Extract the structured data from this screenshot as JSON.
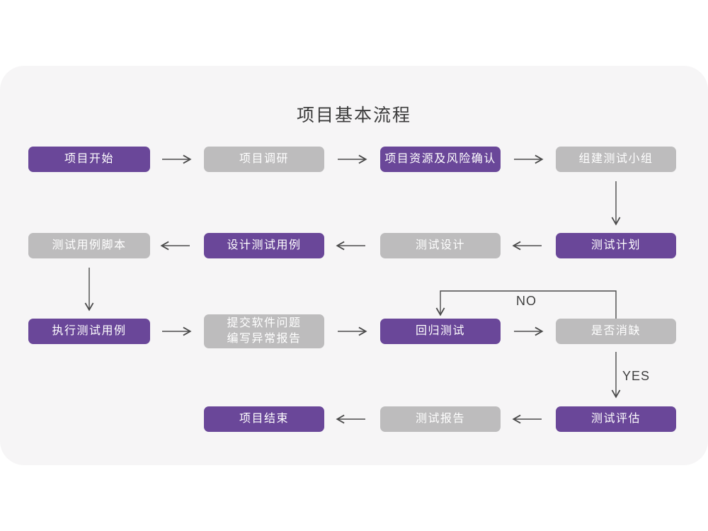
{
  "title": "项目基本流程",
  "palette": {
    "purple": "#6a4799",
    "gray": "#bdbcbd",
    "card_bg": "#f6f5f6",
    "arrow": "#4a4a4a",
    "title_color": "#3c3c3c",
    "node_text": "#ffffff"
  },
  "decision_labels": {
    "no": "NO",
    "yes": "YES"
  },
  "nodes": [
    {
      "id": "project-start",
      "label": "项目开始",
      "variant": "purple"
    },
    {
      "id": "project-research",
      "label": "项目调研",
      "variant": "gray"
    },
    {
      "id": "resource-risk-confirm",
      "label": "项目资源及风险确认",
      "variant": "purple"
    },
    {
      "id": "build-test-team",
      "label": "组建测试小组",
      "variant": "gray"
    },
    {
      "id": "test-plan",
      "label": "测试计划",
      "variant": "purple"
    },
    {
      "id": "test-design",
      "label": "测试设计",
      "variant": "gray"
    },
    {
      "id": "design-test-cases",
      "label": "设计测试用例",
      "variant": "purple"
    },
    {
      "id": "test-case-script",
      "label": "测试用例脚本",
      "variant": "gray"
    },
    {
      "id": "execute-test-cases",
      "label": "执行测试用例",
      "variant": "purple"
    },
    {
      "id": "submit-issue-report",
      "label": "提交软件问题\n编写异常报告",
      "variant": "gray"
    },
    {
      "id": "regression-test",
      "label": "回归测试",
      "variant": "purple"
    },
    {
      "id": "defect-cleared",
      "label": "是否消缺",
      "variant": "gray"
    },
    {
      "id": "test-evaluation",
      "label": "测试评估",
      "variant": "purple"
    },
    {
      "id": "test-report",
      "label": "测试报告",
      "variant": "gray"
    },
    {
      "id": "project-end",
      "label": "项目结束",
      "variant": "purple"
    }
  ]
}
